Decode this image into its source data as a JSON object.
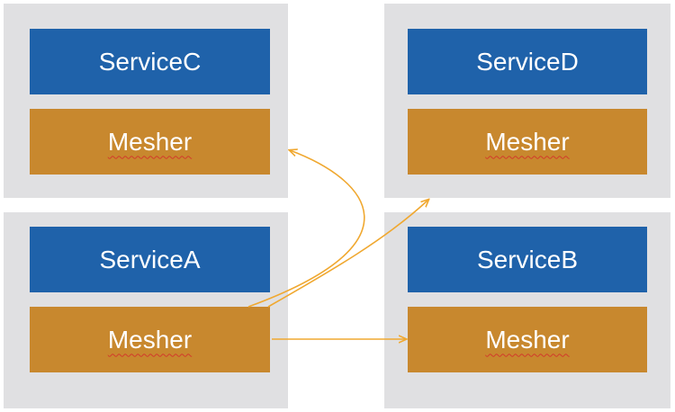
{
  "nodes": {
    "service_c": {
      "service_label": "ServiceC",
      "sidecar_label": "Mesher"
    },
    "service_d": {
      "service_label": "ServiceD",
      "sidecar_label": "Mesher"
    },
    "service_a": {
      "service_label": "ServiceA",
      "sidecar_label": "Mesher"
    },
    "service_b": {
      "service_label": "ServiceB",
      "sidecar_label": "Mesher"
    }
  },
  "colors": {
    "pod_background": "#e0e0e2",
    "service_box": "#1f62aa",
    "mesher_box": "#c8882e",
    "arrow": "#f0a830"
  }
}
